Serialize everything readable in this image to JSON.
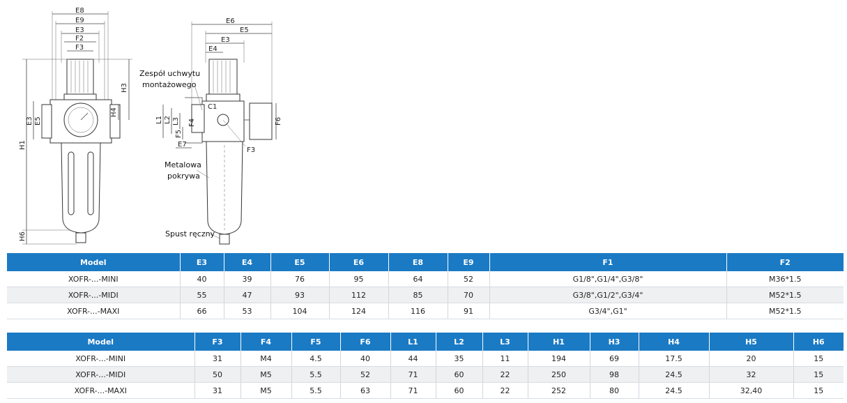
{
  "annotations": {
    "mounting": [
      "Zespół uchwytu",
      "montażowego"
    ],
    "cover": [
      "Metalowa",
      "pokrywa"
    ],
    "drain": "Spust ręczny"
  },
  "dims_left": {
    "e8": "E8",
    "e9": "E9",
    "e3": "E3",
    "f2": "F2",
    "f3": "F3",
    "h3": "H3",
    "h4": "H4",
    "e3v": "E3",
    "e5v": "E5",
    "h1": "H1",
    "h6": "H6"
  },
  "dims_right": {
    "e6": "E6",
    "e5": "E5",
    "e3": "E3",
    "e4": "E4",
    "c1": "C1",
    "f4": "F4",
    "f3": "F3",
    "f6": "F6",
    "l1": "L1",
    "l2": "L2",
    "l3": "L3",
    "f5": "F5",
    "e7": "E7"
  },
  "table1": {
    "headers": [
      "Model",
      "E3",
      "E4",
      "E5",
      "E6",
      "E8",
      "E9",
      "F1",
      "F2"
    ],
    "rows": [
      [
        "XOFR-...-MINI",
        "40",
        "39",
        "76",
        "95",
        "64",
        "52",
        "G1/8\",G1/4\",G3/8\"",
        "M36*1.5"
      ],
      [
        "XOFR-...-MIDI",
        "55",
        "47",
        "93",
        "112",
        "85",
        "70",
        "G3/8\",G1/2\",G3/4\"",
        "M52*1.5"
      ],
      [
        "XOFR-...-MAXI",
        "66",
        "53",
        "104",
        "124",
        "116",
        "91",
        "G3/4\",G1\"",
        "M52*1.5"
      ]
    ]
  },
  "table2": {
    "headers": [
      "Model",
      "F3",
      "F4",
      "F5",
      "F6",
      "L1",
      "L2",
      "L3",
      "H1",
      "H3",
      "H4",
      "H5",
      "H6"
    ],
    "rows": [
      [
        "XOFR-...-MINI",
        "31",
        "M4",
        "4.5",
        "40",
        "44",
        "35",
        "11",
        "194",
        "69",
        "17.5",
        "20",
        "15"
      ],
      [
        "XOFR-...-MIDI",
        "50",
        "M5",
        "5.5",
        "52",
        "71",
        "60",
        "22",
        "250",
        "98",
        "24.5",
        "32",
        "15"
      ],
      [
        "XOFR-...-MAXI",
        "31",
        "M5",
        "5.5",
        "63",
        "71",
        "60",
        "22",
        "252",
        "80",
        "24.5",
        "32,40",
        "15"
      ]
    ]
  }
}
